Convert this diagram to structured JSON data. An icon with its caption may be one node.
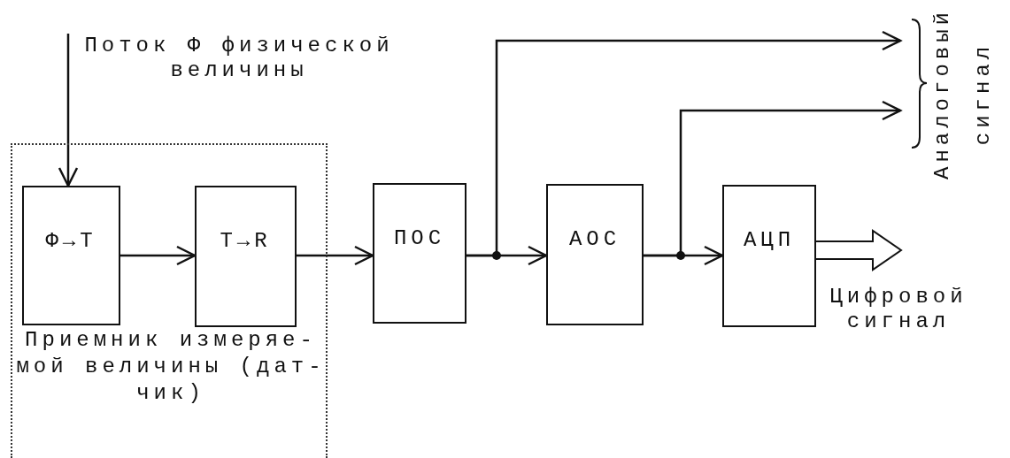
{
  "diagram": {
    "nodes": [
      {
        "text": [
          "Приемник измеряе- мой величины (дат- чик)"
        ]
      },
      {
        "text": [
          "Ф→T"
        ],
        "in": 0
      },
      {
        "text": [
          "T→R"
        ],
        "in": 0
      },
      {
        "text": [
          "ПОС"
        ]
      },
      {
        "text": [
          "АОС"
        ]
      },
      {
        "text": [
          "АЦП"
        ]
      },
      {
        "text": [
          "Аналоговый сигнал"
        ]
      }
    ],
    "edges": [
      {
        "from": null,
        "to": 1,
        "arrow": "to",
        "label": "Поток Ф физической величины"
      },
      {
        "from": 1,
        "to": 2,
        "arrow": "to"
      },
      {
        "from": 2,
        "to": 3,
        "arrow": "to"
      },
      {
        "from": 3,
        "to": 4,
        "arrow": "to"
      },
      {
        "from": 4,
        "to": 5,
        "arrow": "to"
      },
      {
        "from": 3,
        "to": 6,
        "arrow": "to"
      },
      {
        "from": 4,
        "to": 6,
        "arrow": "to"
      },
      {
        "from": 5,
        "to": null,
        "arrow": "to",
        "style": "thick",
        "label": "Цифровой сигнал"
      }
    ]
  }
}
